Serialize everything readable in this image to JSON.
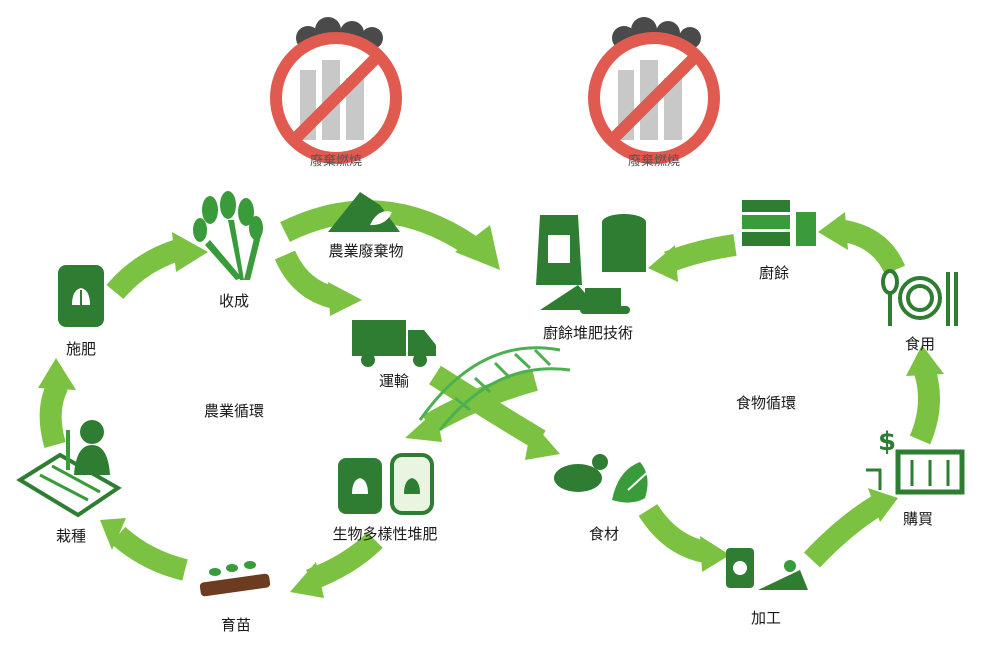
{
  "colors": {
    "arrow": "#7cc242",
    "icon": "#3a9b3a",
    "icon_dark": "#2e7d32",
    "ban": "#e05a4f",
    "smoke": "#444444"
  },
  "cycles": {
    "agriculture": "農業循環",
    "food": "食物循環"
  },
  "banned": {
    "left_caption": "廢棄燃燒",
    "right_caption": "廢棄燃燒"
  },
  "nodes": {
    "harvest": "收成",
    "farm_waste": "農業廢棄物",
    "fertilize": "施肥",
    "transport": "運輸",
    "compost_tech": "廚餘堆肥技術",
    "kitchen_waste": "廚餘",
    "eat": "食用",
    "planting": "栽種",
    "biodiverse_compost": "生物多樣性堆肥",
    "ingredients": "食材",
    "buy": "購買",
    "seedling": "育苗",
    "processing": "加工"
  }
}
